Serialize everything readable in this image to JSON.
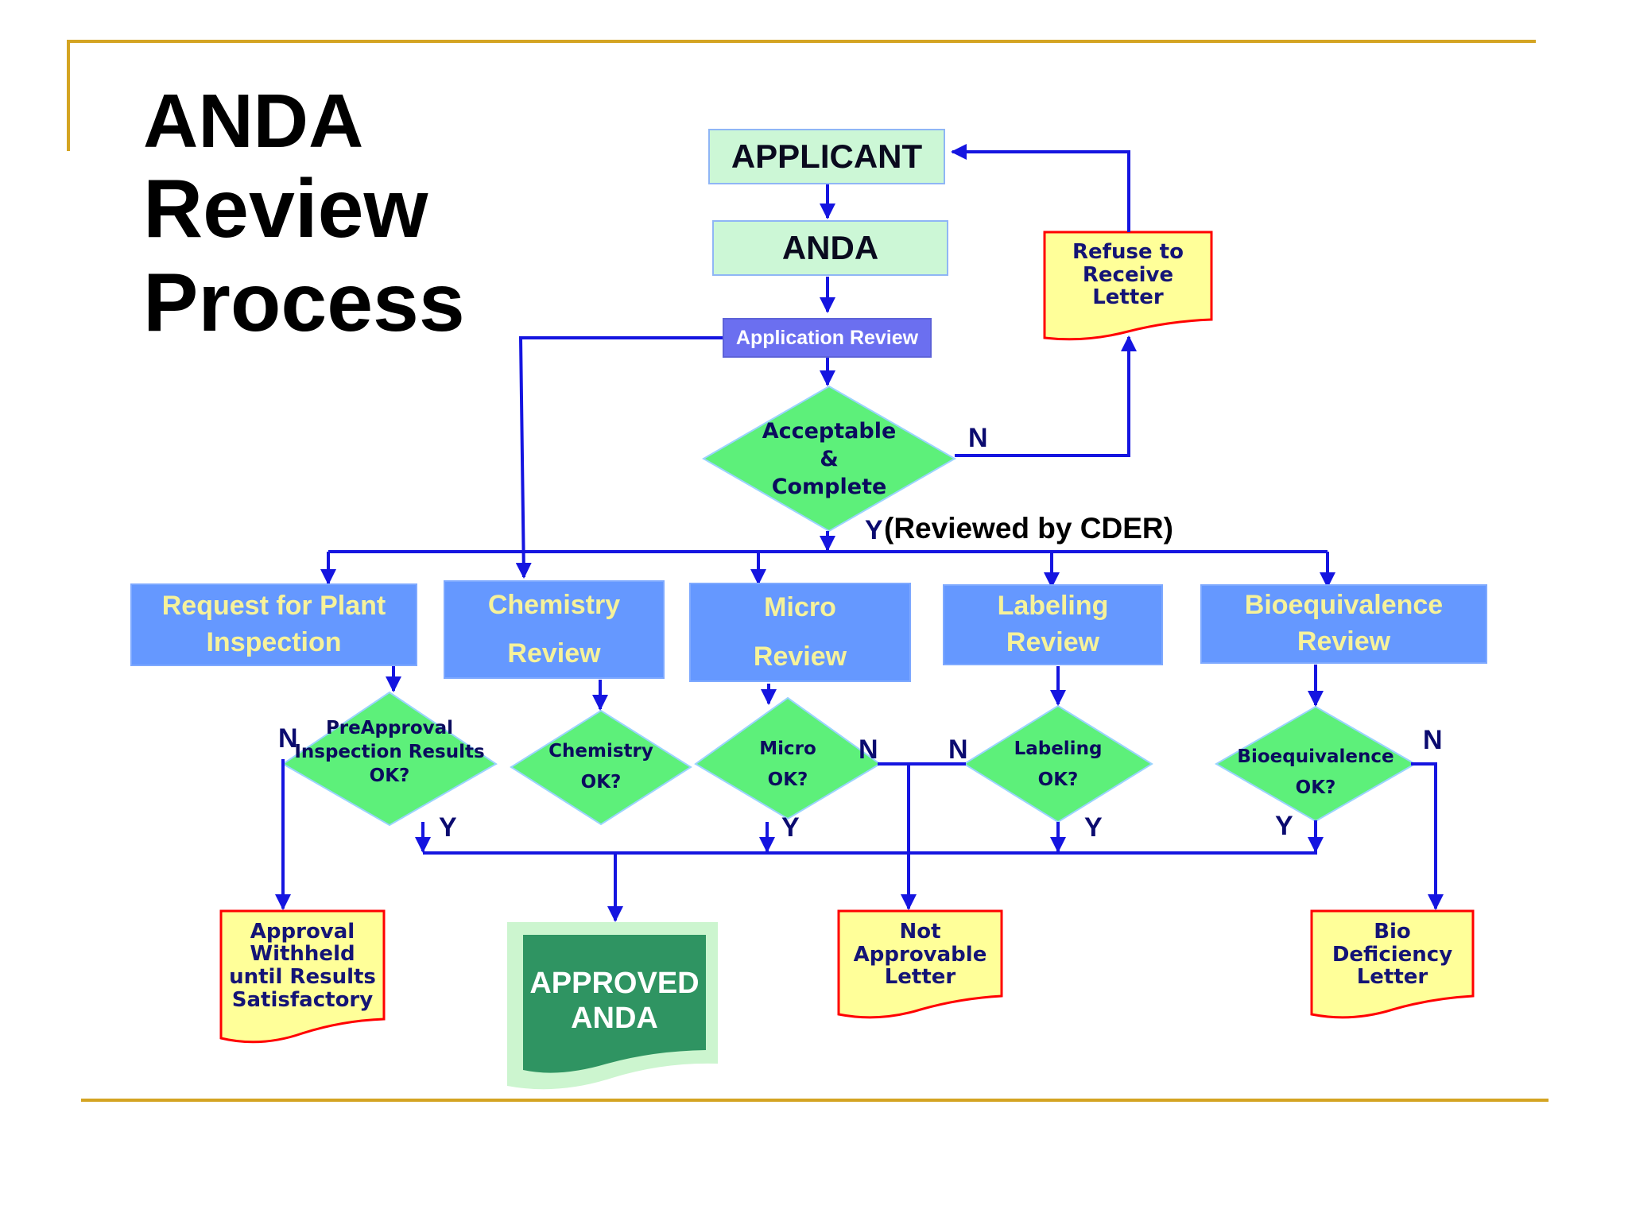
{
  "title": {
    "line1": "ANDA",
    "line2": "Review",
    "line3": "Process"
  },
  "nodes": {
    "applicant": "APPLICANT",
    "anda": "ANDA",
    "application_review": "Application Review",
    "acceptable": [
      "Acceptable",
      "&",
      "Complete"
    ],
    "refuse": [
      "Refuse to",
      "Receive",
      "Letter"
    ],
    "plant": [
      "Request for Plant",
      "Inspection"
    ],
    "chemistry": [
      "Chemistry",
      "Review"
    ],
    "micro": [
      "Micro",
      "Review"
    ],
    "labeling": [
      "Labeling",
      "Review"
    ],
    "bioequivalence": [
      "Bioequivalence",
      "Review"
    ],
    "d_preapproval": [
      "PreApproval",
      "Inspection Results",
      "OK?"
    ],
    "d_chemistry": [
      "Chemistry",
      "OK?"
    ],
    "d_micro": [
      "Micro",
      "OK?"
    ],
    "d_labeling": [
      "Labeling",
      "OK?"
    ],
    "d_bio": [
      "Bioequivalence",
      "OK?"
    ],
    "approval_withheld": [
      "Approval",
      "Withheld",
      "until Results",
      "Satisfactory"
    ],
    "approved_anda": [
      "APPROVED",
      "ANDA"
    ],
    "not_approvable": [
      "Not",
      "Approvable",
      "Letter"
    ],
    "bio_deficiency": [
      "Bio",
      "Deficiency",
      "Letter"
    ]
  },
  "edge_labels": {
    "yes": "Y",
    "no": "N",
    "reviewed_by": "(Reviewed by CDER)"
  },
  "colors": {
    "accent_rule": "#d4a422",
    "arrow": "#1515e0",
    "mint_box": "#ccf7d6",
    "review_box": "#6598ff",
    "review_text": "#f6f29a",
    "diamond": "#5df07a",
    "doc_fill": "#ffff99",
    "doc_border": "#ff0000",
    "approved_green": "#2f9462"
  }
}
